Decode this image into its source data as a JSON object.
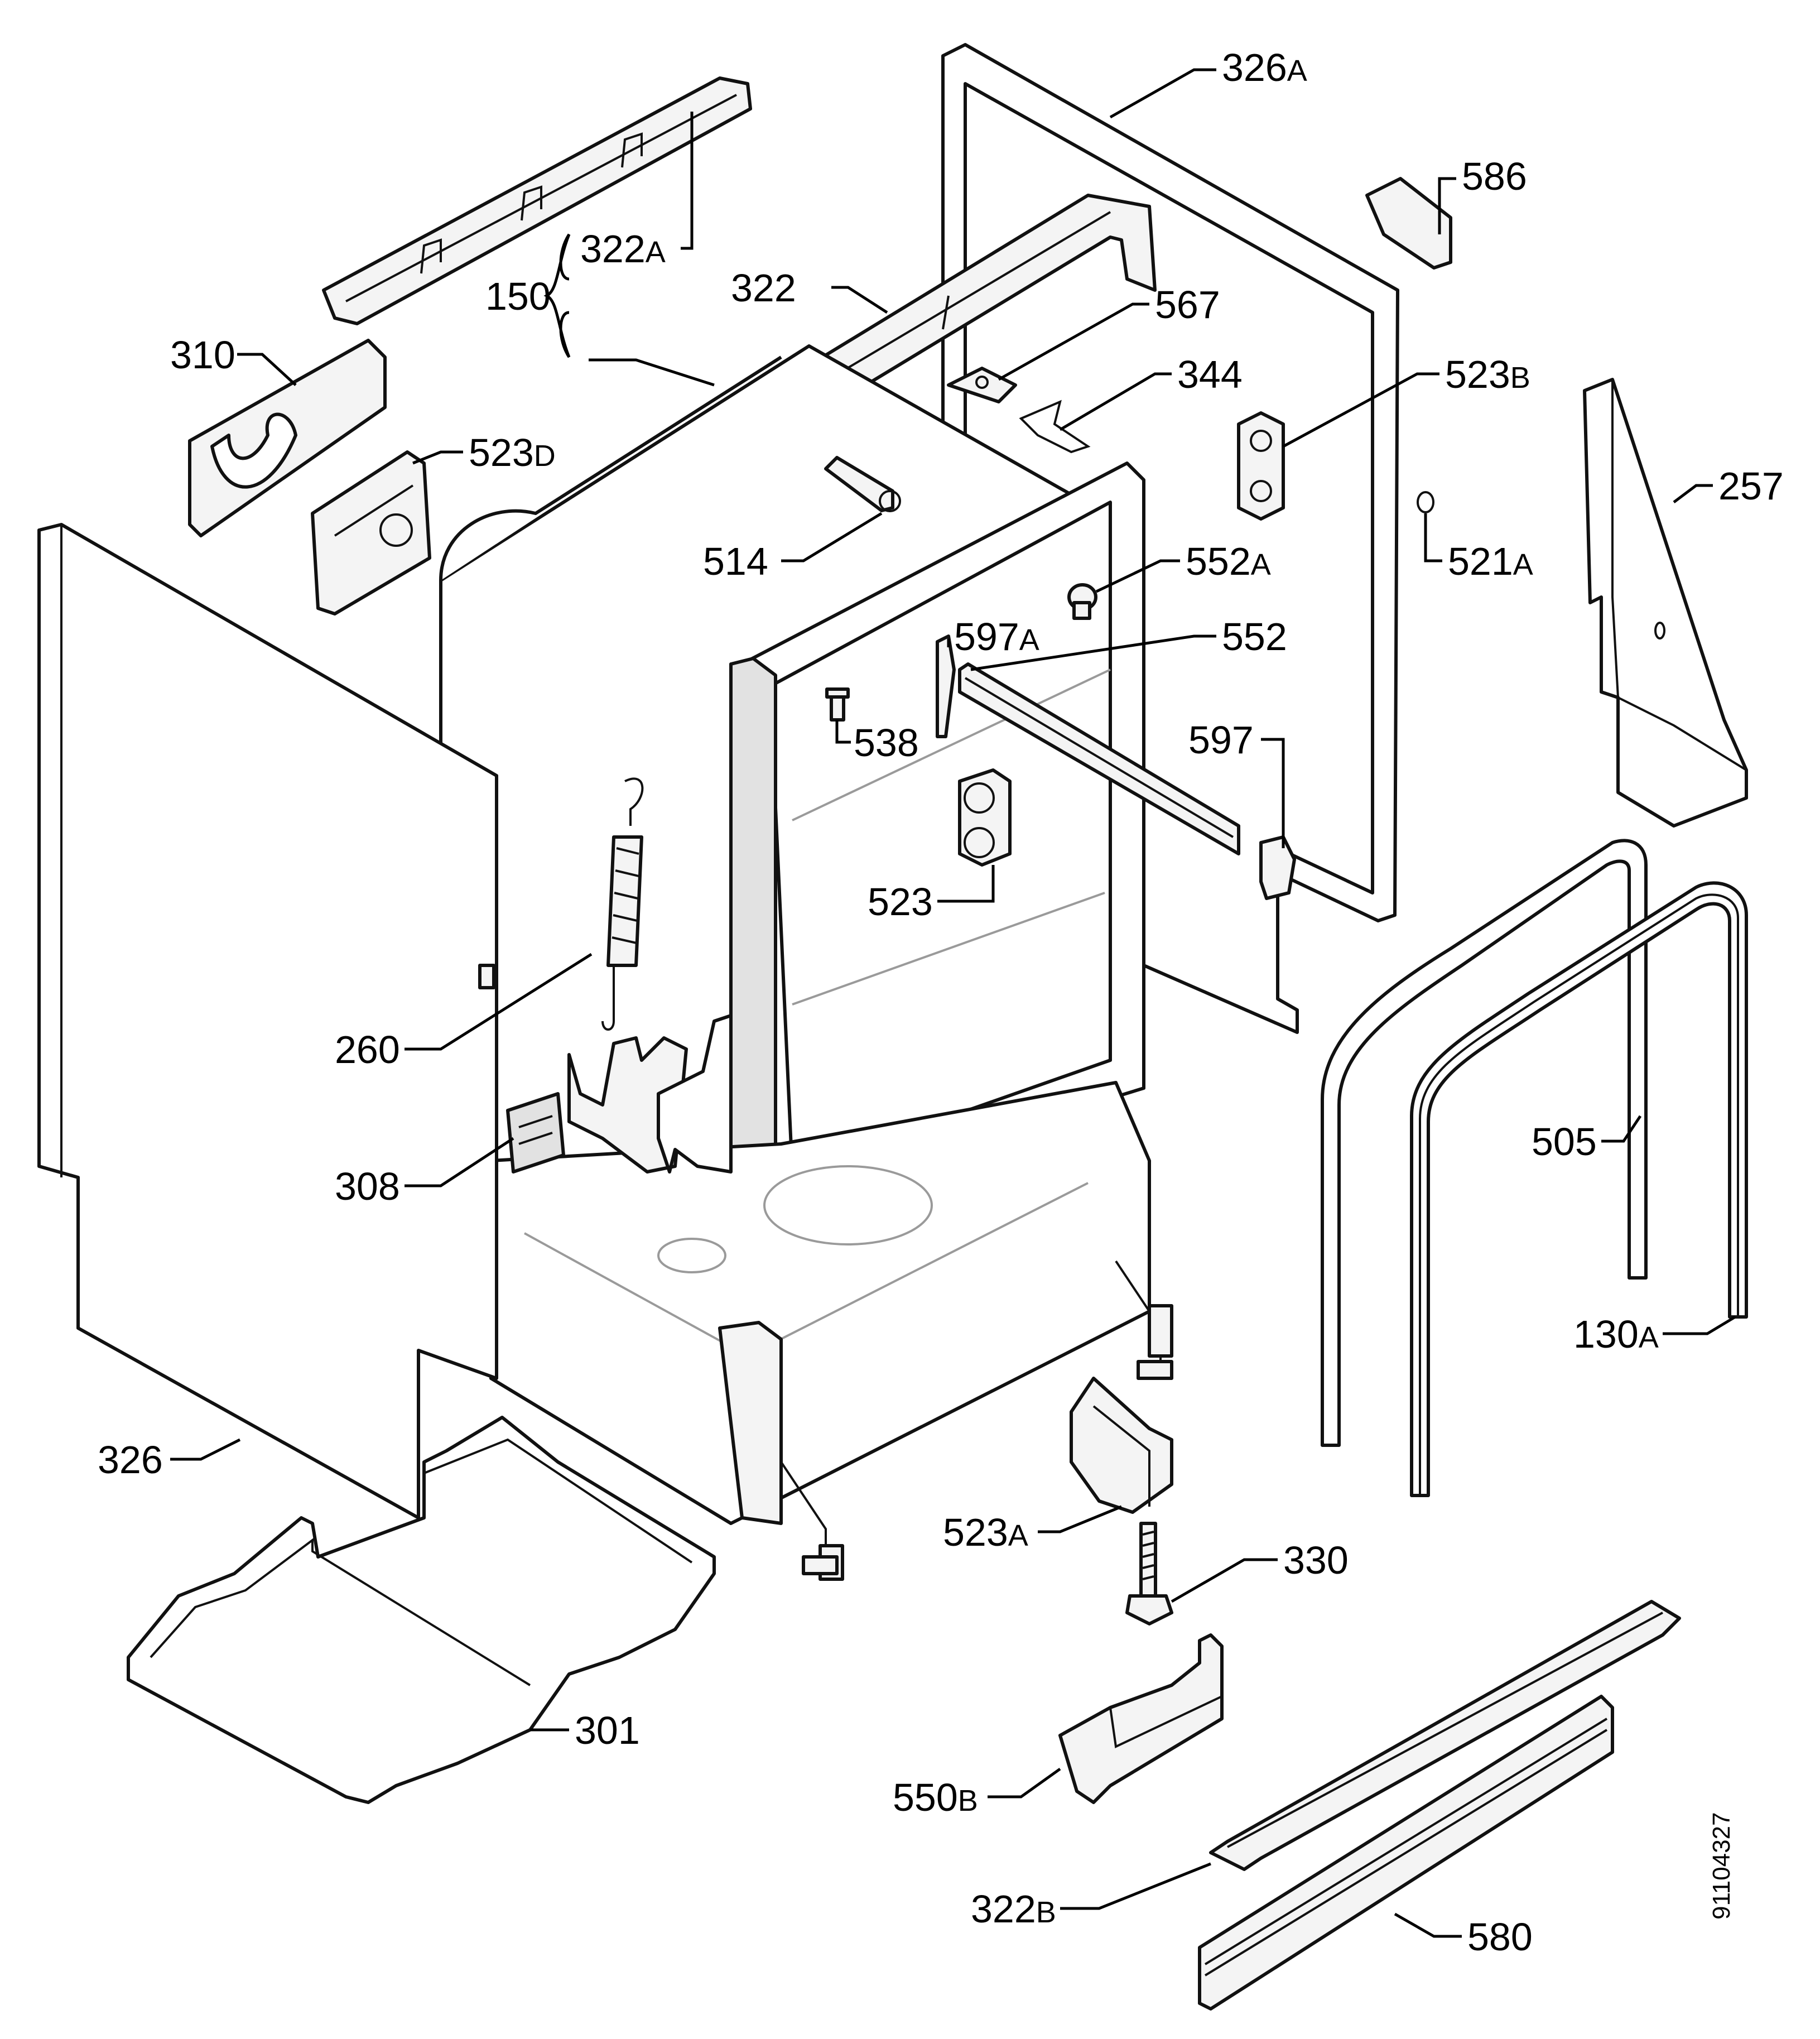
{
  "labels": {
    "l326a": {
      "num": "326",
      "suffix": "A"
    },
    "l586": {
      "num": "586",
      "suffix": ""
    },
    "l322a": {
      "num": "322",
      "suffix": "A"
    },
    "l150": {
      "num": "150",
      "suffix": ""
    },
    "l322": {
      "num": "322",
      "suffix": ""
    },
    "l567": {
      "num": "567",
      "suffix": ""
    },
    "l310": {
      "num": "310",
      "suffix": ""
    },
    "l344": {
      "num": "344",
      "suffix": ""
    },
    "l523b": {
      "num": "523",
      "suffix": "B"
    },
    "l523d": {
      "num": "523",
      "suffix": "D"
    },
    "l257": {
      "num": "257",
      "suffix": ""
    },
    "l514": {
      "num": "514",
      "suffix": ""
    },
    "l552a": {
      "num": "552",
      "suffix": "A"
    },
    "l521a": {
      "num": "521",
      "suffix": "A"
    },
    "l597a": {
      "num": "597",
      "suffix": "A"
    },
    "l552": {
      "num": "552",
      "suffix": ""
    },
    "l538": {
      "num": "538",
      "suffix": ""
    },
    "l597": {
      "num": "597",
      "suffix": ""
    },
    "l523": {
      "num": "523",
      "suffix": ""
    },
    "l260": {
      "num": "260",
      "suffix": ""
    },
    "l505": {
      "num": "505",
      "suffix": ""
    },
    "l308": {
      "num": "308",
      "suffix": ""
    },
    "l130a": {
      "num": "130",
      "suffix": "A"
    },
    "l326": {
      "num": "326",
      "suffix": ""
    },
    "l523a": {
      "num": "523",
      "suffix": "A"
    },
    "l330": {
      "num": "330",
      "suffix": ""
    },
    "l301": {
      "num": "301",
      "suffix": ""
    },
    "l550b": {
      "num": "550",
      "suffix": "B"
    },
    "l322b": {
      "num": "322",
      "suffix": "B"
    },
    "l580": {
      "num": "580",
      "suffix": ""
    }
  },
  "doc_number": "91104327"
}
